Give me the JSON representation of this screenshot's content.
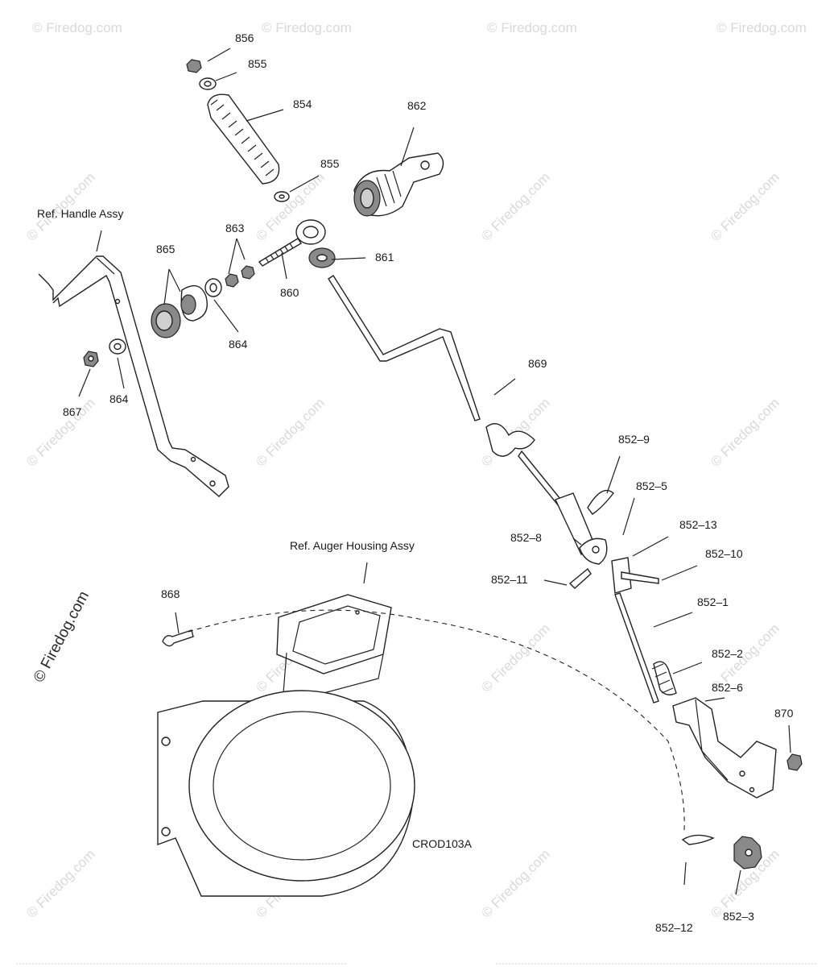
{
  "diagram": {
    "code": "CROD103A",
    "references": {
      "handle": "Ref. Handle Assy",
      "auger": "Ref. Auger Housing Assy"
    },
    "watermark": "© Firedog.com",
    "parts": {
      "p856": "856",
      "p855a": "855",
      "p854": "854",
      "p862": "862",
      "p855b": "855",
      "p863": "863",
      "p865": "865",
      "p861": "861",
      "p860": "860",
      "p864a": "864",
      "p864b": "864",
      "p867": "867",
      "p869": "869",
      "p852_9": "852–9",
      "p852_5": "852–5",
      "p852_8": "852–8",
      "p852_13": "852–13",
      "p852_10": "852–10",
      "p852_11": "852–11",
      "p852_1": "852–1",
      "p868": "868",
      "p852_2": "852–2",
      "p852_6": "852–6",
      "p870": "870",
      "p852_12": "852–12",
      "p852_3": "852–3"
    }
  }
}
